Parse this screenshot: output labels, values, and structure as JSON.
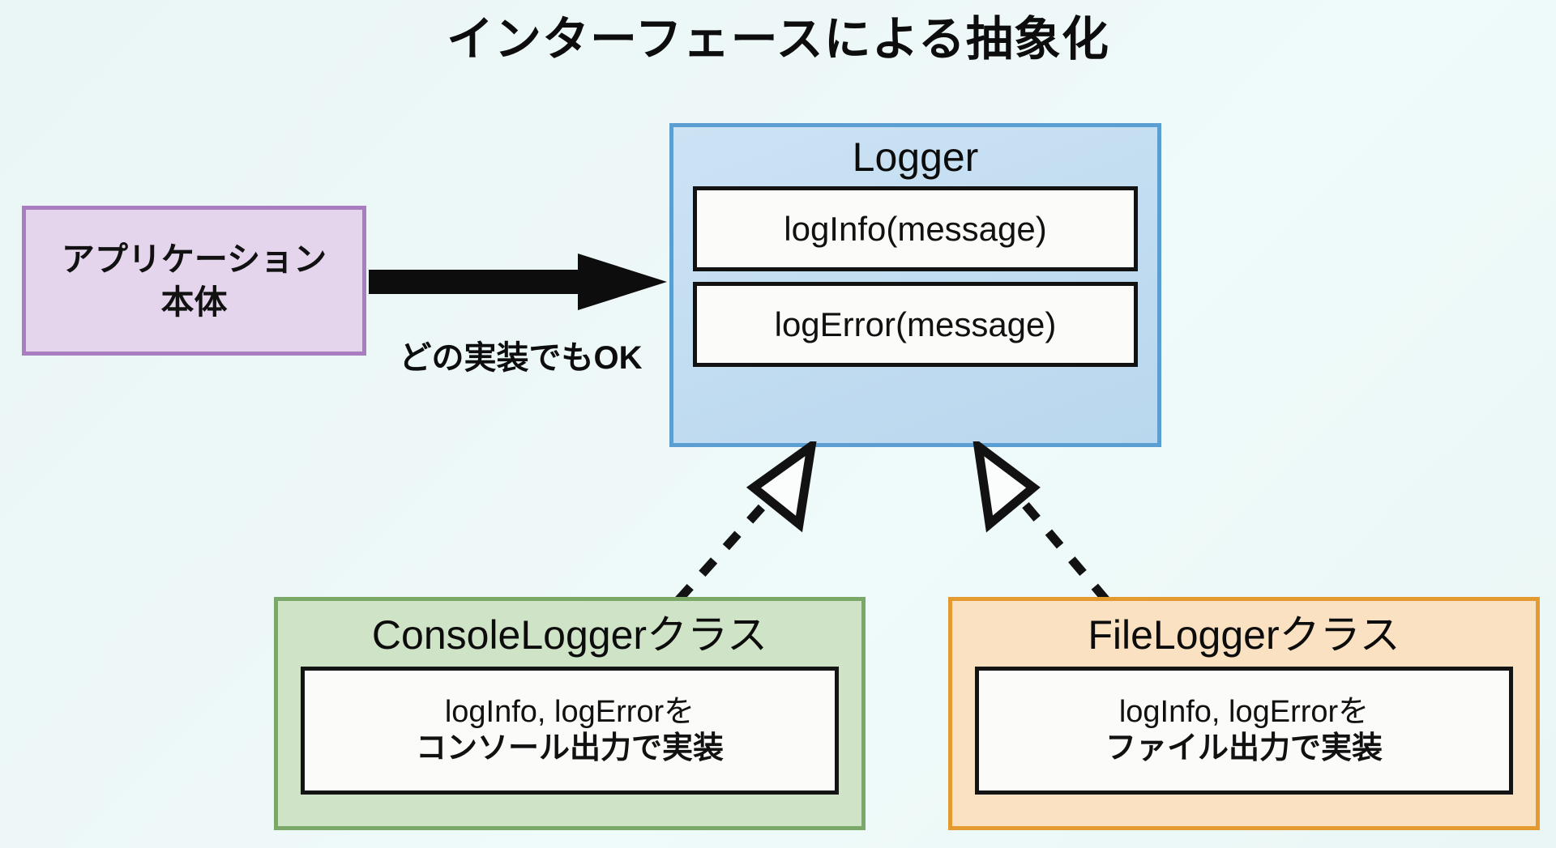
{
  "title": "インターフェースによる抽象化",
  "colors": {
    "background": "#eef7f7",
    "interface_fill": "#c6dff2",
    "interface_border": "#5b9fd2",
    "application_fill": "#e4d4ec",
    "application_border": "#a97ec0",
    "console_fill": "#cfe3c6",
    "console_border": "#7aa868",
    "file_fill": "#fae1c2",
    "file_border": "#e39a2e",
    "method_fill": "#fbfbf9",
    "line": "#121212"
  },
  "application": {
    "label_line1": "アプリケーション",
    "label_line2": "本体"
  },
  "arrow": {
    "label": "どの実装でもOK",
    "icon": "right-arrow-icon"
  },
  "interface": {
    "name": "Logger",
    "methods": [
      {
        "signature": "logInfo(message)"
      },
      {
        "signature": "logError(message)"
      }
    ]
  },
  "implementations": [
    {
      "name": "ConsoleLoggerクラス",
      "detail_line1": "logInfo, logErrorを",
      "detail_line2": "コンソール出力で実装",
      "relation": "realization-dashed-hollow-triangle"
    },
    {
      "name": "FileLoggerクラス",
      "detail_line1": "logInfo, logErrorを",
      "detail_line2": "ファイル出力で実装",
      "relation": "realization-dashed-hollow-triangle"
    }
  ]
}
